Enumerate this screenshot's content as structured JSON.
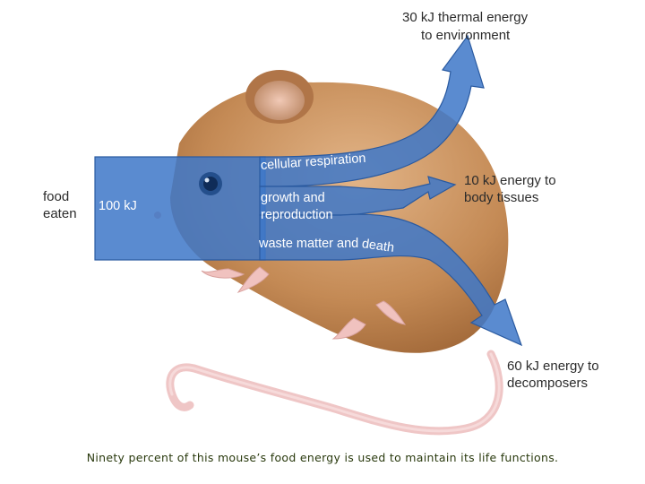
{
  "diagram": {
    "input": {
      "line1": "food",
      "line2": "eaten",
      "amount": "100 kJ"
    },
    "flows": {
      "cellular_respiration": "cellular respiration",
      "growth_line1": "growth and",
      "growth_line2": "reproduction",
      "waste_prefix": "waste matter and ",
      "waste_death": "death"
    },
    "outputs": {
      "thermal_line1": "30 kJ thermal energy",
      "thermal_line2": "to environment",
      "tissues_line1": "10 kJ energy to",
      "tissues_line2": "body tissues",
      "decomposers_line1": "60 kJ energy to",
      "decomposers_line2": "decomposers"
    },
    "caption": "Ninety percent of this mouse’s food energy is used to maintain its life functions."
  },
  "colors": {
    "arrow": "#3f78c8",
    "arrow_edge": "#2a5aa0",
    "mouse_fur": "#c8905c",
    "tail": "#efc6c6"
  }
}
